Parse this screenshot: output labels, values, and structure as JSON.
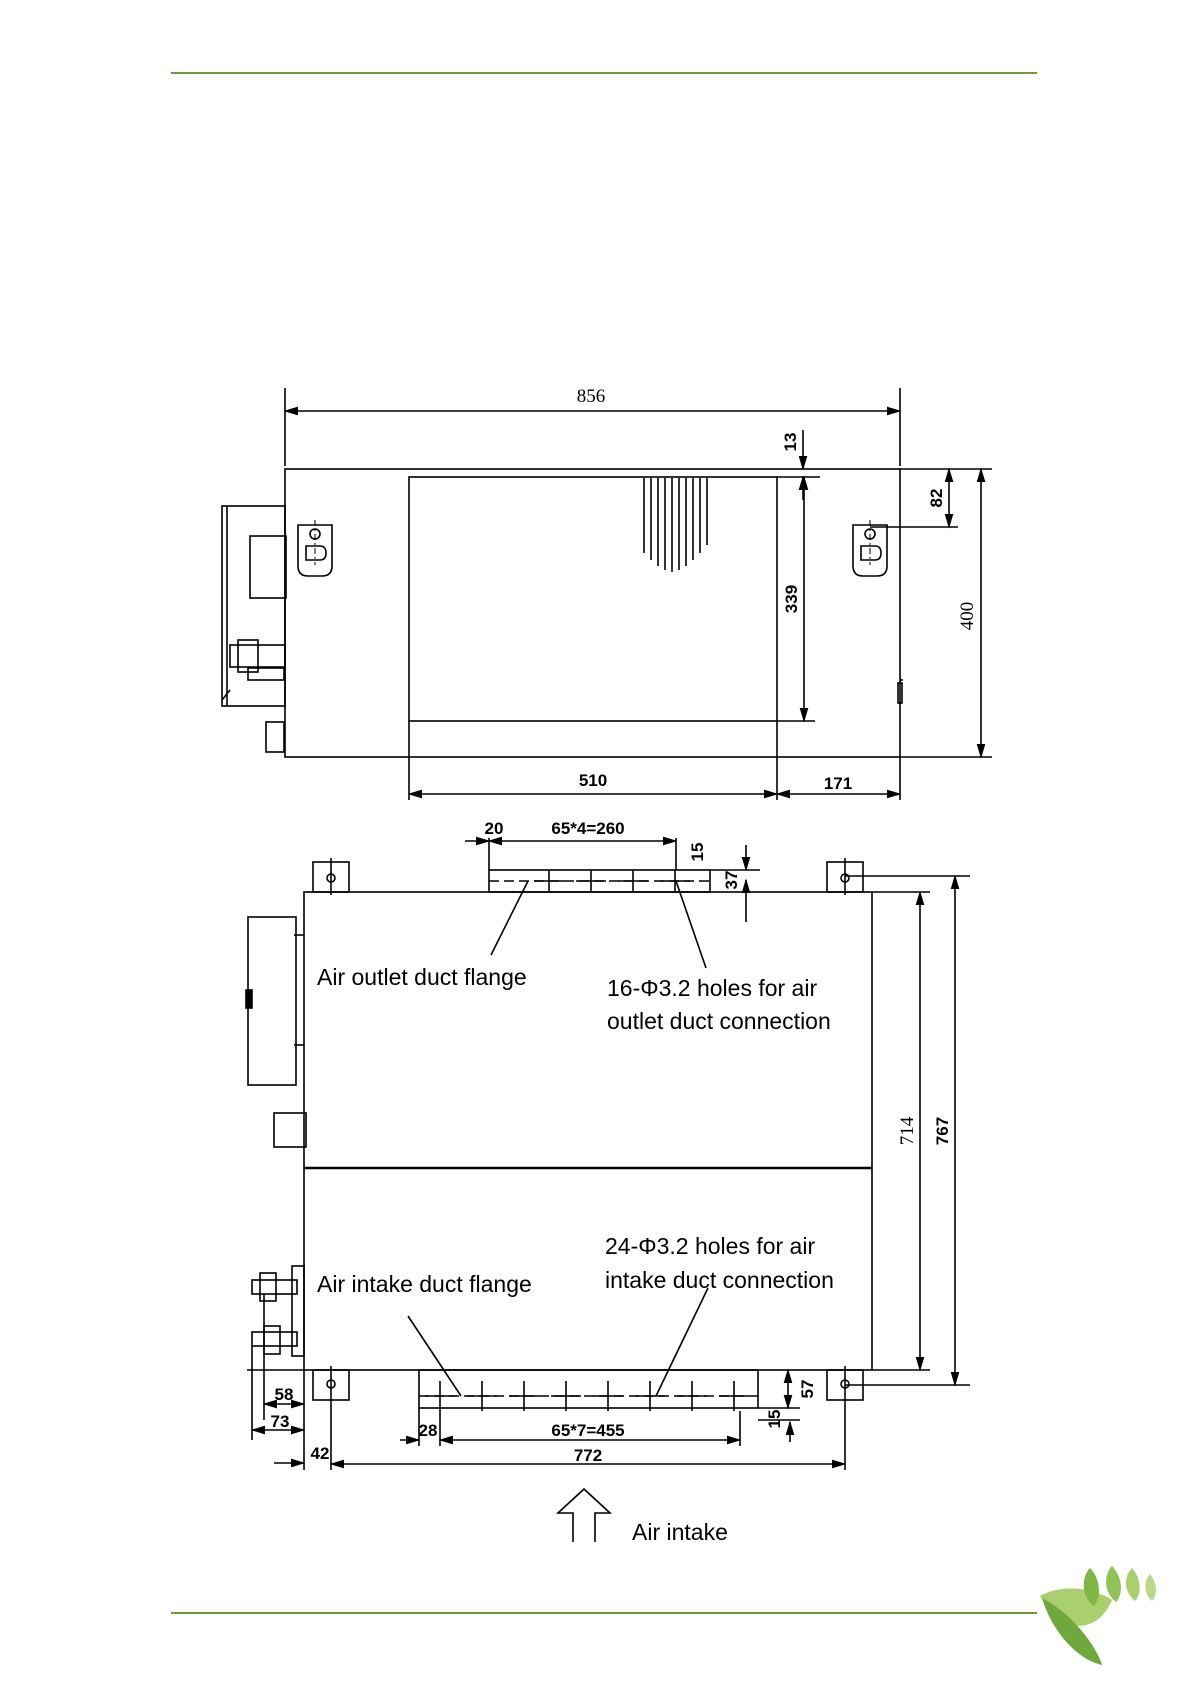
{
  "top_view": {
    "dims": {
      "width": "856",
      "top_gap": "13",
      "bracket_offset": "82",
      "inner_height": "339",
      "height": "400",
      "inner_width": "510",
      "right_gap": "171"
    }
  },
  "plan_view": {
    "outlet": {
      "pitch_offset": "20",
      "hole_pitch": "65*4=260",
      "flange_height": "15",
      "flange_depth": "37",
      "flange_label": "Air outlet duct flange",
      "holes_line1": "16-Φ3.2 holes for air",
      "holes_line2": "outlet duct connection"
    },
    "intake": {
      "flange_label": "Air intake duct flange",
      "holes_line1": "24-Φ3.2 holes for air",
      "holes_line2": "intake duct connection",
      "pitch_offset": "28",
      "hole_pitch": "65*7=455",
      "flange_height": "15",
      "flange_depth": "57"
    },
    "dims": {
      "body_depth": "714",
      "overall_depth": "767",
      "pipe_1": "58",
      "pipe_2": "73",
      "side_offset": "42",
      "mount_span": "772"
    },
    "airflow_label": "Air intake"
  },
  "colors": {
    "rule": "#6a9a3a",
    "leaf_dark": "#6fa83c",
    "leaf_light": "#a9cf6e"
  }
}
